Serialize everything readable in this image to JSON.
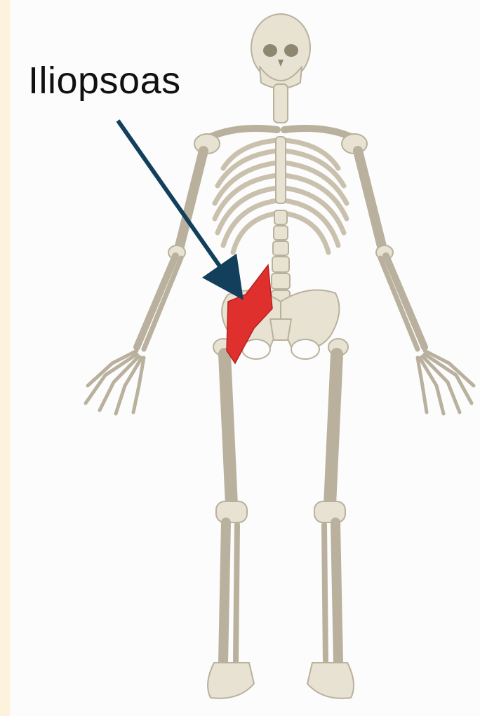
{
  "annotation": {
    "label": "Iliopsoas"
  },
  "colors": {
    "page_border": "#fdf3dc",
    "background": "#fcfcfc",
    "bone": "#e8e2d2",
    "bone_shadow": "#b9b19d",
    "muscle_highlight": "#e0302e",
    "arrow": "#123f5c",
    "label_text": "#111111"
  },
  "highlighted_structure": "iliopsoas-muscle",
  "figure": "human-skeleton-anterior-view"
}
